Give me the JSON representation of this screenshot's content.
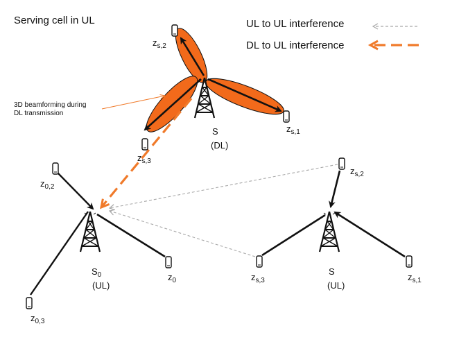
{
  "title": "Serving cell in UL",
  "legend": {
    "ul_to_ul": "UL to UL interference",
    "dl_to_ul": "DL to UL interference"
  },
  "annotation": "3D beamforming during\nDL transmission",
  "colors": {
    "beam_fill": "#F26A1B",
    "dl_interference": "#F07A2A",
    "ul_interference": "#A8A8A8",
    "link": "#111111"
  },
  "stations": {
    "dl": {
      "name": "S",
      "mode": "(DL)"
    },
    "s0": {
      "name": "S",
      "sub": "0",
      "mode": "(UL)"
    },
    "ul": {
      "name": "S",
      "mode": "(UL)"
    }
  },
  "users": {
    "dl_z2": {
      "letter": "z",
      "sub": "s,2"
    },
    "dl_z1": {
      "letter": "z",
      "sub": "s,1"
    },
    "dl_z3": {
      "letter": "z",
      "sub": "s,3"
    },
    "s0_z2": {
      "letter": "z",
      "sub": "0,2"
    },
    "s0_z0": {
      "letter": "z",
      "sub": "0"
    },
    "s0_z3": {
      "letter": "z",
      "sub": "0,3"
    },
    "ul_z2": {
      "letter": "z",
      "sub": "s,2"
    },
    "ul_z3": {
      "letter": "z",
      "sub": "s,3"
    },
    "ul_z1": {
      "letter": "z",
      "sub": "s,1"
    }
  }
}
